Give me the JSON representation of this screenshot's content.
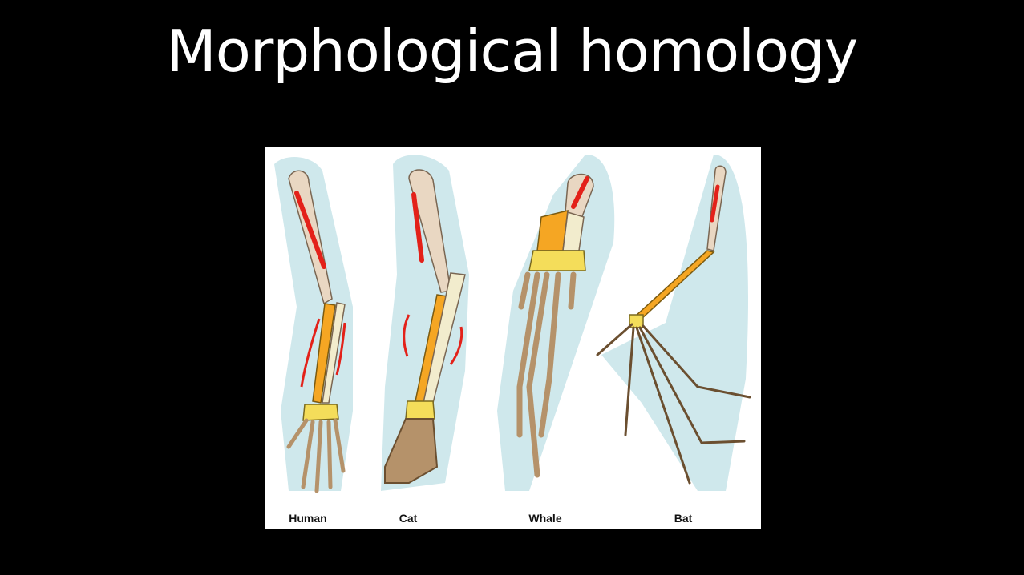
{
  "title": "Morphological homology",
  "figure": {
    "labels": [
      "Human",
      "Cat",
      "Whale",
      "Bat"
    ]
  },
  "colors": {
    "background": "#000000",
    "panel": "#ffffff",
    "silhouette": "#cfe8ec",
    "humerus": "#e9d7c2",
    "radius": "#f5a623",
    "ulna": "#f2eccd",
    "carpals": "#f4dd5a",
    "phalanges": "#b5926a",
    "annotation": "#e32119"
  }
}
